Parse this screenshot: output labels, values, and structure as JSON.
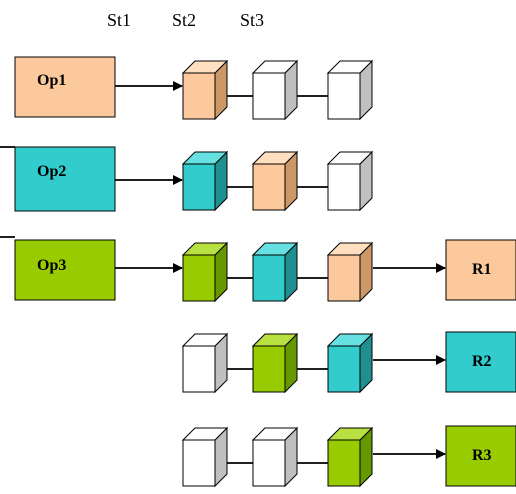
{
  "stages": {
    "labels": [
      "St1",
      "St2",
      "St3"
    ]
  },
  "ops": {
    "labels": [
      "Op1",
      "Op2",
      "Op3"
    ]
  },
  "results": {
    "labels": [
      "R1",
      "R2",
      "R3"
    ]
  },
  "colors": {
    "op1": "#fcc99d",
    "op2": "#33cccc",
    "op3": "#99cc00",
    "empty": "#ffffff",
    "shadow": "#c0c0c0"
  },
  "pipeline_rows": [
    {
      "cubes": [
        "op1",
        "empty",
        "empty"
      ]
    },
    {
      "cubes": [
        "op2",
        "op1",
        "empty"
      ]
    },
    {
      "cubes": [
        "op3",
        "op2",
        "op1"
      ]
    },
    {
      "cubes": [
        "empty",
        "op3",
        "op2"
      ]
    },
    {
      "cubes": [
        "empty",
        "empty",
        "op3"
      ]
    }
  ]
}
